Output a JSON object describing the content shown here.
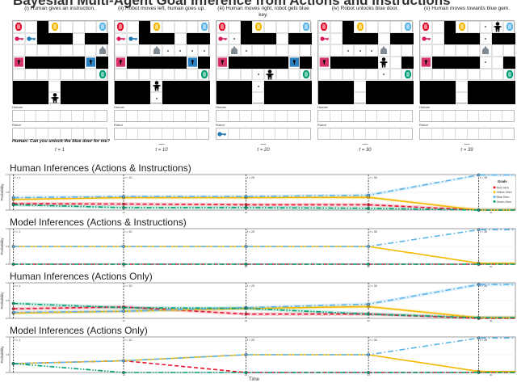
{
  "title": "Bayesian Multi-Agent Goal Inference from Actions and Instructions",
  "colors": {
    "red_gem": "#e8112d",
    "yellow_gem": "#f5b800",
    "blue_gem": "#5ab4e9",
    "green_gem": "#009e73",
    "red_key": "#d81b60",
    "blue_key": "#1f78b4",
    "red_door": "#d6336c",
    "blue_door": "#2a7fc0",
    "robot": "#7f8a94",
    "human": "#000000"
  },
  "panels": [
    {
      "caption": "(i) Human gives an instruction.",
      "utterance": "Human: Can you unlock the blue door for me?",
      "separator": "",
      "time": "t = 1",
      "robot": [
        2,
        7
      ],
      "human": [
        6,
        3
      ],
      "trail": [],
      "keys": [
        [
          1,
          0,
          "red"
        ],
        [
          1,
          1,
          "blue"
        ]
      ],
      "doors": [
        [
          3,
          0,
          "red"
        ],
        [
          3,
          6,
          "blue"
        ]
      ],
      "robot_inventory": []
    },
    {
      "caption": "(ii) Robot moves left, human goes up.",
      "utterance": "",
      "separator": "—",
      "time": "t = 10",
      "robot": [
        2,
        3
      ],
      "human": [
        5,
        3
      ],
      "trail": [
        [
          2,
          4
        ],
        [
          2,
          5
        ],
        [
          2,
          6
        ],
        [
          2,
          7
        ],
        [
          6,
          3
        ]
      ],
      "keys": [
        [
          1,
          0,
          "red"
        ],
        [
          1,
          1,
          "blue"
        ]
      ],
      "doors": [
        [
          3,
          0,
          "red"
        ],
        [
          3,
          6,
          "blue"
        ]
      ],
      "robot_inventory": []
    },
    {
      "caption": "(iii) Human moves right, robot gets blue key.",
      "utterance": "",
      "separator": "—",
      "time": "t = 20",
      "robot": [
        2,
        1
      ],
      "human": [
        4,
        4
      ],
      "trail": [
        [
          1,
          1
        ],
        [
          2,
          2
        ],
        [
          4,
          3
        ],
        [
          5,
          3
        ]
      ],
      "keys": [
        [
          1,
          0,
          "red"
        ]
      ],
      "doors": [
        [
          3,
          0,
          "red"
        ],
        [
          3,
          6,
          "blue"
        ]
      ],
      "robot_inventory": [
        "blue-key"
      ]
    },
    {
      "caption": "(iv) Robot unlocks blue door.",
      "utterance": "",
      "separator": "—",
      "time": "t = 30",
      "robot": [
        2,
        5
      ],
      "human": [
        3,
        5
      ],
      "trail": [
        [
          2,
          2
        ],
        [
          2,
          3
        ],
        [
          2,
          4
        ],
        [
          4,
          5
        ]
      ],
      "keys": [
        [
          1,
          0,
          "red"
        ]
      ],
      "doors": [
        [
          3,
          0,
          "red"
        ]
      ],
      "robot_inventory": []
    },
    {
      "caption": "(v) Human moves towards blue gem.",
      "utterance": "",
      "separator": "—",
      "time": "t = 39",
      "robot": [
        2,
        5
      ],
      "human": [
        0,
        6
      ],
      "trail": [
        [
          0,
          5
        ],
        [
          1,
          5
        ],
        [
          3,
          5
        ]
      ],
      "keys": [
        [
          1,
          0,
          "red"
        ]
      ],
      "doors": [
        [
          3,
          0,
          "red"
        ]
      ],
      "robot_inventory": []
    }
  ],
  "map": {
    "walls": [
      [
        0,
        2
      ],
      [
        1,
        2
      ],
      [
        1,
        3
      ],
      [
        1,
        4
      ],
      [
        1,
        6
      ],
      [
        1,
        7
      ],
      [
        3,
        1
      ],
      [
        3,
        2
      ],
      [
        3,
        3
      ],
      [
        3,
        4
      ],
      [
        3,
        5
      ],
      [
        3,
        7
      ],
      [
        5,
        0
      ],
      [
        5,
        1
      ],
      [
        5,
        2
      ],
      [
        5,
        4
      ],
      [
        5,
        5
      ],
      [
        5,
        6
      ],
      [
        5,
        7
      ],
      [
        6,
        0
      ],
      [
        6,
        1
      ],
      [
        6,
        2
      ],
      [
        6,
        4
      ],
      [
        6,
        5
      ],
      [
        6,
        6
      ],
      [
        6,
        7
      ]
    ],
    "gems": [
      [
        0,
        0,
        "red"
      ],
      [
        0,
        3,
        "yellow"
      ],
      [
        0,
        7,
        "blue"
      ],
      [
        4,
        7,
        "green"
      ]
    ]
  },
  "inventory_labels": {
    "human": "Human",
    "robot": "Robot"
  },
  "legend": {
    "title": "Goals",
    "items": [
      "Red Gem",
      "Yellow Gem",
      "Blue Gem",
      "Green Gem"
    ]
  },
  "axis": {
    "ylabel": "Probability",
    "xlabel": "Time",
    "yticks": [
      "0.0",
      "0.5",
      "1.0"
    ],
    "xticks": [
      10,
      20,
      30,
      40
    ],
    "markers": [
      "t = 1",
      "t = 10",
      "t = 20",
      "t = 30",
      "t = 39"
    ]
  },
  "chart_data": [
    {
      "type": "line",
      "title": "Human Inferences (Actions & Instructions)",
      "x": [
        1,
        10,
        20,
        30,
        39
      ],
      "xlim": [
        0.7,
        42
      ],
      "ylim": [
        0,
        1
      ],
      "ribbon": true,
      "series": [
        {
          "name": "Red Gem",
          "values": [
            0.18,
            0.17,
            0.15,
            0.15,
            0.0
          ]
        },
        {
          "name": "Yellow Gem",
          "values": [
            0.3,
            0.35,
            0.35,
            0.36,
            0.0
          ]
        },
        {
          "name": "Blue Gem",
          "values": [
            0.35,
            0.38,
            0.38,
            0.42,
            0.99
          ]
        },
        {
          "name": "Green Gem",
          "values": [
            0.15,
            0.07,
            0.07,
            0.05,
            0.0
          ]
        }
      ]
    },
    {
      "type": "line",
      "title": "Model Inferences (Actions & Instructions)",
      "x": [
        1,
        10,
        20,
        30,
        39
      ],
      "xlim": [
        0.7,
        42
      ],
      "ylim": [
        0,
        1
      ],
      "ribbon": false,
      "series": [
        {
          "name": "Red Gem",
          "values": [
            0,
            0,
            0,
            0,
            0
          ]
        },
        {
          "name": "Yellow Gem",
          "values": [
            0.5,
            0.5,
            0.5,
            0.5,
            0.03
          ]
        },
        {
          "name": "Blue Gem",
          "values": [
            0.5,
            0.5,
            0.5,
            0.5,
            0.97
          ]
        },
        {
          "name": "Green Gem",
          "values": [
            0,
            0,
            0,
            0,
            0
          ]
        }
      ]
    },
    {
      "type": "line",
      "title": "Human Inferences (Actions Only)",
      "x": [
        1,
        10,
        20,
        30,
        39
      ],
      "xlim": [
        0.7,
        42
      ],
      "ylim": [
        0,
        1
      ],
      "ribbon": true,
      "series": [
        {
          "name": "Red Gem",
          "values": [
            0.27,
            0.32,
            0.12,
            0.12,
            0.0
          ]
        },
        {
          "name": "Yellow Gem",
          "values": [
            0.15,
            0.2,
            0.28,
            0.33,
            0.02
          ]
        },
        {
          "name": "Blue Gem",
          "values": [
            0.17,
            0.2,
            0.3,
            0.4,
            0.95
          ]
        },
        {
          "name": "Green Gem",
          "values": [
            0.42,
            0.3,
            0.28,
            0.12,
            0.02
          ]
        }
      ]
    },
    {
      "type": "line",
      "title": "Model Inferences (Actions Only)",
      "x": [
        1,
        10,
        20,
        30,
        39
      ],
      "xlim": [
        0.7,
        42
      ],
      "ylim": [
        0,
        1
      ],
      "ribbon": false,
      "series": [
        {
          "name": "Red Gem",
          "values": [
            0.25,
            0.33,
            0,
            0,
            0
          ]
        },
        {
          "name": "Yellow Gem",
          "values": [
            0.25,
            0.33,
            0.5,
            0.5,
            0.03
          ]
        },
        {
          "name": "Blue Gem",
          "values": [
            0.25,
            0.33,
            0.5,
            0.5,
            0.97
          ]
        },
        {
          "name": "Green Gem",
          "values": [
            0.25,
            0,
            0,
            0,
            0
          ]
        }
      ]
    }
  ]
}
